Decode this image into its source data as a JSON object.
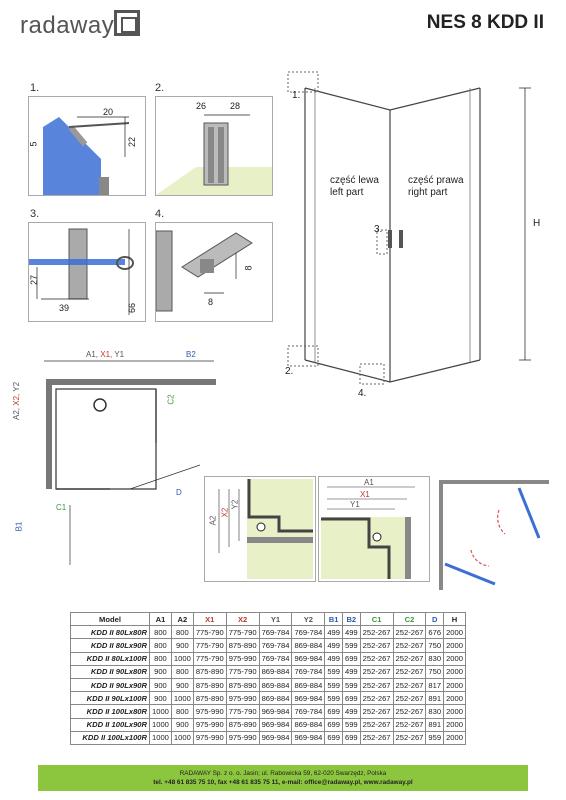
{
  "brand": {
    "name": "radaway"
  },
  "product": {
    "title": "NES 8 KDD II"
  },
  "details": [
    {
      "num": "1.",
      "dims": [
        "20",
        "5",
        "22"
      ]
    },
    {
      "num": "2.",
      "dims": [
        "26",
        "28"
      ]
    },
    {
      "num": "3.",
      "dims": [
        "27",
        "39",
        "66"
      ]
    },
    {
      "num": "4.",
      "dims": [
        "8",
        "8"
      ]
    }
  ],
  "shower": {
    "left_part": "część lewa",
    "left_part_en": "left part",
    "right_part": "część prawa",
    "right_part_en": "right part",
    "height_label": "H",
    "callouts": [
      "1.",
      "2.",
      "3.",
      "4."
    ]
  },
  "plan": {
    "a_label": "A1, X1, Y1",
    "a_label_parts": [
      "A1, ",
      "X1, ",
      "Y1"
    ],
    "b_label": "B2",
    "side_label_parts": [
      "A2, ",
      "X2, ",
      "Y2"
    ],
    "b1_label": "B1",
    "c1_label": "C1",
    "c2_label": "C2",
    "d_label": "D"
  },
  "section_left": {
    "labels": [
      "Y2",
      "X2",
      "A2"
    ]
  },
  "section_right": {
    "labels": [
      "A1",
      "X1",
      "Y1"
    ]
  },
  "table": {
    "headers": [
      "Model",
      "A1",
      "A2",
      "X1",
      "X2",
      "Y1",
      "Y2",
      "B1",
      "B2",
      "C1",
      "C2",
      "D",
      "H"
    ],
    "header_colors": [
      "",
      "",
      "",
      "red",
      "red",
      "grey",
      "grey",
      "blue",
      "blue",
      "green",
      "green",
      "blue",
      ""
    ],
    "rows": [
      [
        "KDD II 80Lx80R",
        "800",
        "800",
        "775-790",
        "775-790",
        "769-784",
        "769-784",
        "499",
        "499",
        "252-267",
        "252-267",
        "676",
        "2000"
      ],
      [
        "KDD II 80Lx90R",
        "800",
        "900",
        "775-790",
        "875-890",
        "769-784",
        "869-884",
        "499",
        "599",
        "252-267",
        "252-267",
        "750",
        "2000"
      ],
      [
        "KDD II 80Lx100R",
        "800",
        "1000",
        "775-790",
        "975-990",
        "769-784",
        "969-984",
        "499",
        "699",
        "252-267",
        "252-267",
        "830",
        "2000"
      ],
      [
        "KDD II 90Lx80R",
        "900",
        "800",
        "875-890",
        "775-790",
        "869-884",
        "769-784",
        "599",
        "499",
        "252-267",
        "252-267",
        "750",
        "2000"
      ],
      [
        "KDD II 90Lx90R",
        "900",
        "900",
        "875-890",
        "875-890",
        "869-884",
        "869-884",
        "599",
        "599",
        "252-267",
        "252-267",
        "817",
        "2000"
      ],
      [
        "KDD II 90Lx100R",
        "900",
        "1000",
        "875-890",
        "975-990",
        "869-884",
        "969-984",
        "599",
        "699",
        "252-267",
        "252-267",
        "891",
        "2000"
      ],
      [
        "KDD II 100Lx80R",
        "1000",
        "800",
        "975-990",
        "775-790",
        "969-984",
        "769-784",
        "699",
        "499",
        "252-267",
        "252-267",
        "830",
        "2000"
      ],
      [
        "KDD II 100Lx90R",
        "1000",
        "900",
        "975-990",
        "875-890",
        "969-984",
        "869-884",
        "699",
        "599",
        "252-267",
        "252-267",
        "891",
        "2000"
      ],
      [
        "KDD II 100Lx100R",
        "1000",
        "1000",
        "975-990",
        "975-990",
        "969-984",
        "969-984",
        "699",
        "699",
        "252-267",
        "252-267",
        "959",
        "2000"
      ]
    ]
  },
  "footer": {
    "line1": "RADAWAY Sp. z o. o. Jasin; ul. Rabowicka 59, 62-020 Swarzędz, Polska",
    "line2": "tel. +48 61 835 75 10, fax +48 61 835 75 11, e-mail: office@radaway.pl, www.radaway.pl"
  },
  "colors": {
    "footer_bg": "#8cc63f",
    "glass": "#3b6fd6",
    "floor": "#e8f0c8",
    "red": "#c0392b",
    "blue": "#2a5db0",
    "green": "#3a9a3a"
  }
}
